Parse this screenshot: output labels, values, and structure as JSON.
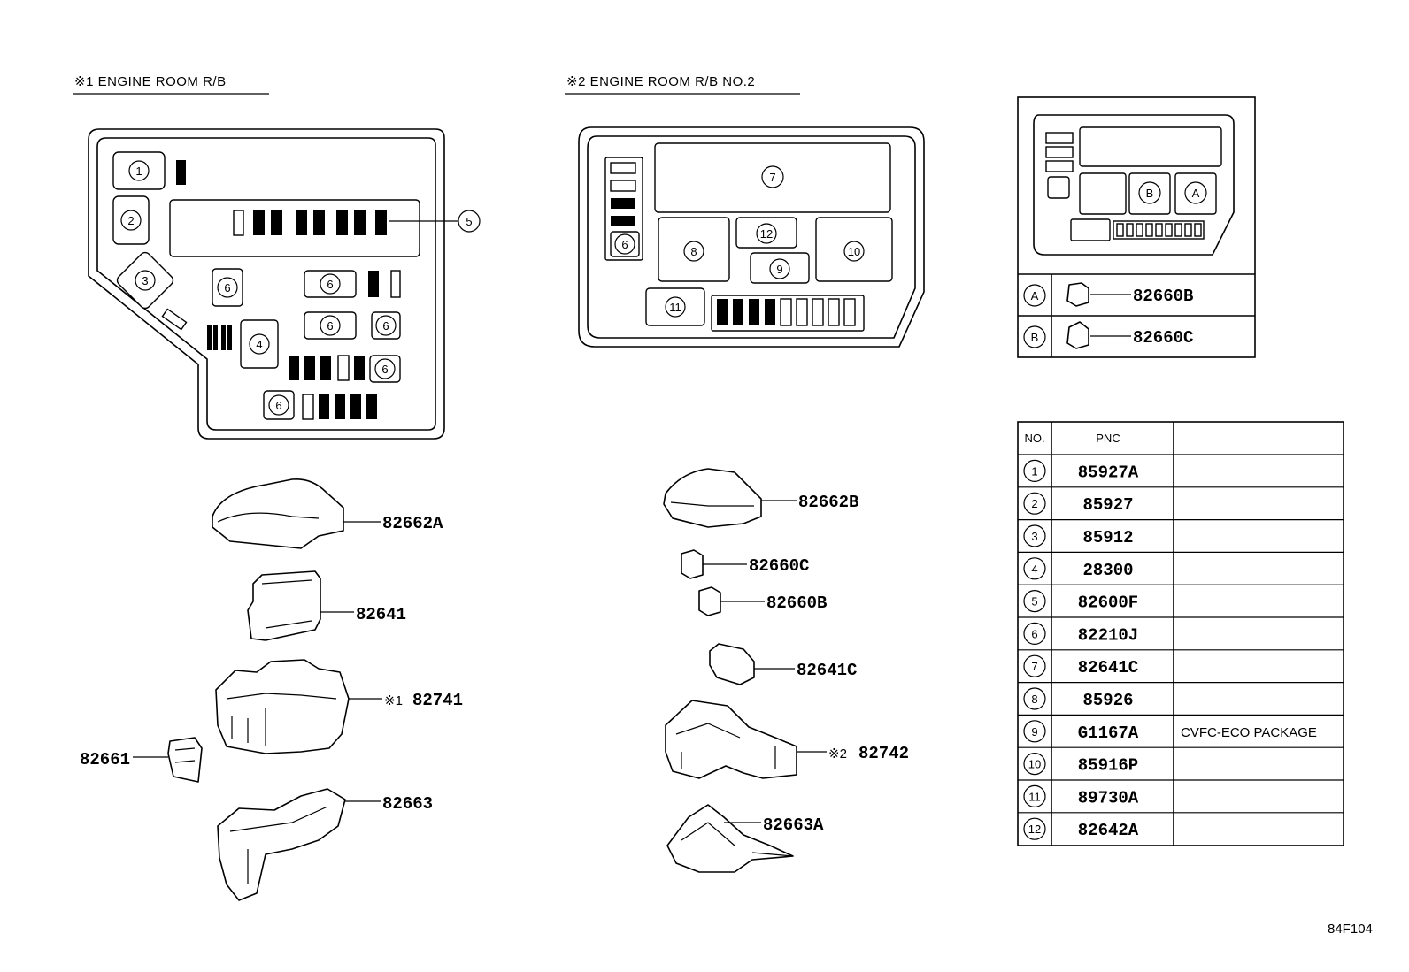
{
  "headers": {
    "engine_room_rb": "※1 ENGINE ROOM R/B",
    "engine_room_rb_no2": "※2 ENGINE ROOM R/B  NO.2"
  },
  "callouts": {
    "c1": "1",
    "c2": "2",
    "c3": "3",
    "c4": "4",
    "c5": "5",
    "c6": "6",
    "c7": "7",
    "c8": "8",
    "c9": "9",
    "c10": "10",
    "c11": "11",
    "c12": "12",
    "cA": "A",
    "cB": "B"
  },
  "connector_legend": [
    {
      "key": "A",
      "pnc": "82660B"
    },
    {
      "key": "B",
      "pnc": "82660C"
    }
  ],
  "left_parts": {
    "cover": "82662A",
    "bracket": "82641",
    "block_mark": "※1",
    "block": "82741",
    "clip": "82661",
    "lower_case": "82663"
  },
  "right_parts": {
    "cover": "82662B",
    "conn_c": "82660C",
    "conn_b": "82660B",
    "relay_block": "82641C",
    "block_mark": "※2",
    "block": "82742",
    "lower_case": "82663A"
  },
  "pnc_table": {
    "headers": {
      "no": "NO.",
      "pnc": "PNC",
      "note": ""
    },
    "rows": [
      {
        "no": "1",
        "pnc": "85927A",
        "note": ""
      },
      {
        "no": "2",
        "pnc": "85927",
        "note": ""
      },
      {
        "no": "3",
        "pnc": "85912",
        "note": ""
      },
      {
        "no": "4",
        "pnc": "28300",
        "note": ""
      },
      {
        "no": "5",
        "pnc": "82600F",
        "note": ""
      },
      {
        "no": "6",
        "pnc": "82210J",
        "note": ""
      },
      {
        "no": "7",
        "pnc": "82641C",
        "note": ""
      },
      {
        "no": "8",
        "pnc": "85926",
        "note": ""
      },
      {
        "no": "9",
        "pnc": "G1167A",
        "note": "CVFC-ECO PACKAGE"
      },
      {
        "no": "10",
        "pnc": "85916P",
        "note": ""
      },
      {
        "no": "11",
        "pnc": "89730A",
        "note": ""
      },
      {
        "no": "12",
        "pnc": "82642A",
        "note": ""
      }
    ]
  },
  "figure_id": "84F104"
}
